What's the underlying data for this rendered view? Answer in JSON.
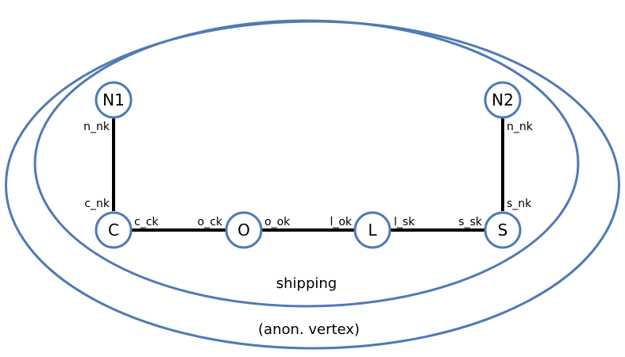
{
  "colors": {
    "ring": "#4f7bb5",
    "node_border": "#4f7bb5",
    "edge": "#000000",
    "text": "#000000",
    "background": "#ffffff"
  },
  "groups": {
    "outer": {
      "label": "(anon. vertex)"
    },
    "inner": {
      "label": "shipping"
    }
  },
  "nodes": {
    "n1": {
      "label": "N1"
    },
    "n2": {
      "label": "N2"
    },
    "c": {
      "label": "C"
    },
    "o": {
      "label": "O"
    },
    "l": {
      "label": "L"
    },
    "s": {
      "label": "S"
    }
  },
  "edges": {
    "n1_c": {
      "from": "N1",
      "to": "C",
      "from_label": "n_nk",
      "to_label": "c_nk"
    },
    "c_o": {
      "from": "C",
      "to": "O",
      "from_label": "c_ck",
      "to_label": "o_ck"
    },
    "o_l": {
      "from": "O",
      "to": "L",
      "from_label": "o_ok",
      "to_label": "l_ok"
    },
    "l_s": {
      "from": "L",
      "to": "S",
      "from_label": "l_sk",
      "to_label": "s_sk"
    },
    "n2_s": {
      "from": "N2",
      "to": "S",
      "from_label": "n_nk",
      "to_label": "s_nk"
    }
  }
}
